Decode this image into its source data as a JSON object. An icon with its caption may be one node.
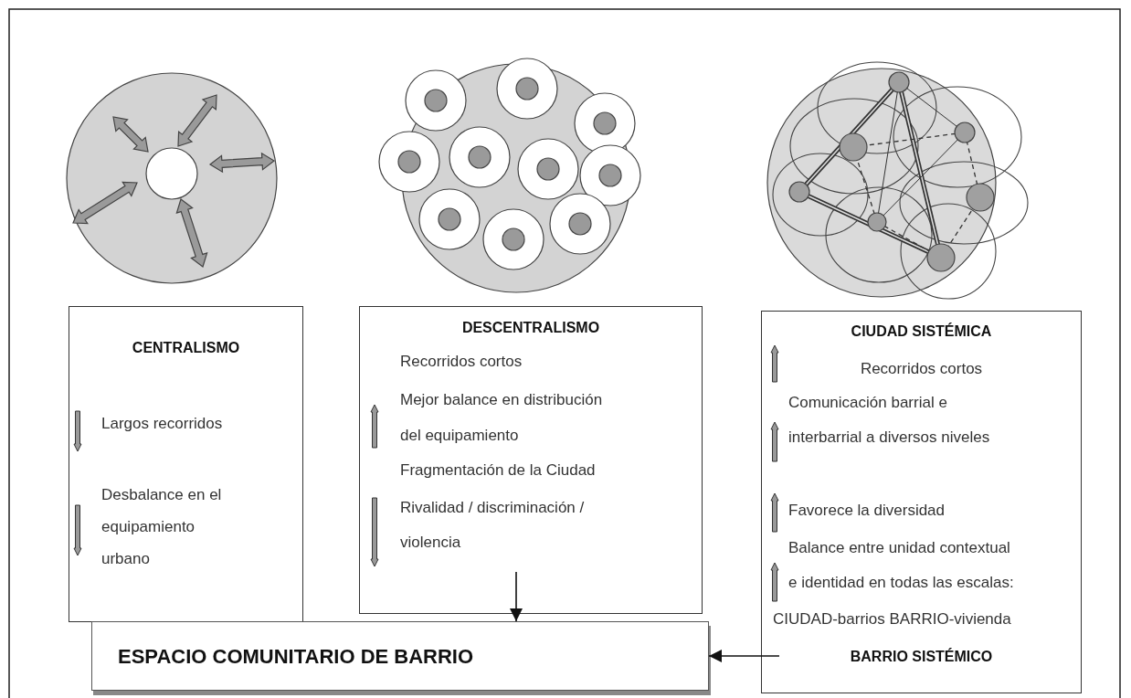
{
  "diagram": {
    "nodes": [
      {
        "text": [
          "CENTRALISMO",
          "Largos recorridos",
          "Desbalance en el equipamiento urbano"
        ]
      },
      {
        "text": [
          "DESCENTRALISMO",
          "Recorridos cortos",
          "Mejor balance en distribución del equipamiento",
          "Fragmentación de la Ciudad",
          "Rivalidad / discriminación / violencia"
        ]
      },
      {
        "text": [
          "CIUDAD SISTÉMICA",
          "Recorridos cortos",
          "Comunicación barrial e interbarrial a diversos niveles",
          "Favorece la diversidad",
          "Balance entre unidad contextual e identidad en todas las escalas:",
          "CIUDAD-barrios BARRIO-vivienda",
          "BARRIO SISTÉMICO"
        ]
      },
      {
        "text": [
          "ESPACIO COMUNITARIO DE BARRIO"
        ]
      }
    ],
    "edges": [
      {
        "from": 1,
        "to": 3,
        "arrow": "to"
      },
      {
        "from": 2,
        "to": 3,
        "arrow": "to"
      }
    ]
  }
}
